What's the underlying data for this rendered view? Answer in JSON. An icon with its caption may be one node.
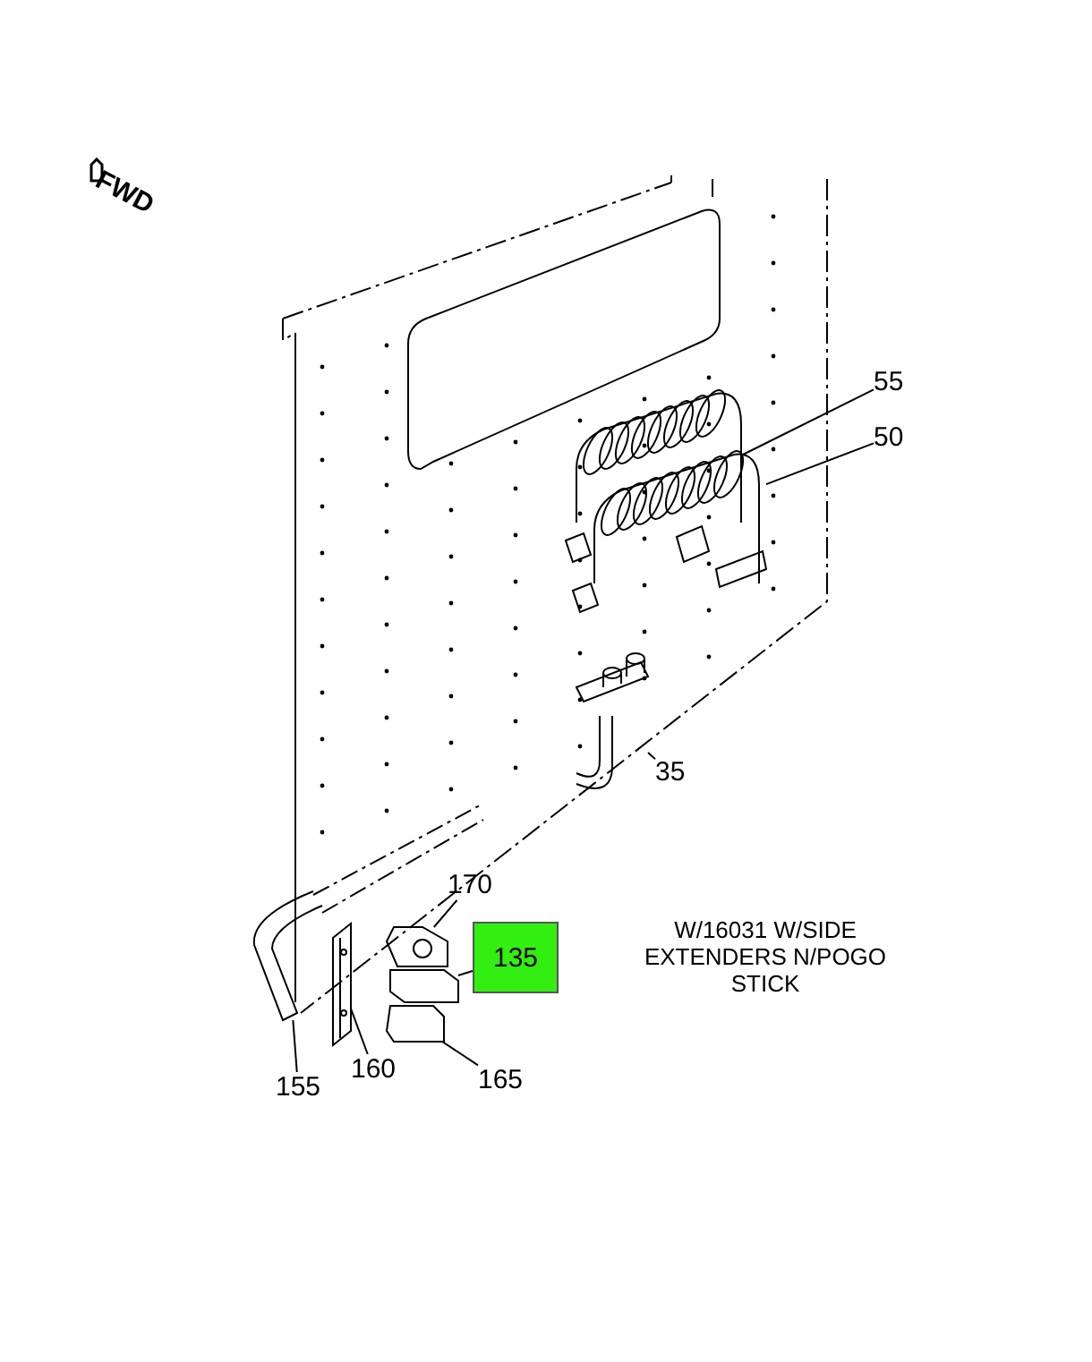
{
  "diagram": {
    "nodes": [
      {
        "text": [
          "55"
        ]
      },
      {
        "text": [],
        "shape": "picture"
      },
      {
        "text": [
          "50"
        ]
      },
      {
        "text": [],
        "shape": "picture"
      },
      {
        "text": [
          "35"
        ]
      },
      {
        "text": [],
        "shape": "picture"
      },
      {
        "text": [
          "170"
        ]
      },
      {
        "text": [],
        "shape": "picture"
      },
      {
        "text": [
          "135"
        ]
      },
      {
        "text": [],
        "shape": "picture"
      },
      {
        "text": [
          "155"
        ]
      },
      {
        "text": [],
        "shape": "picture"
      },
      {
        "text": [
          "160"
        ]
      },
      {
        "text": [],
        "shape": "picture"
      },
      {
        "text": [
          "165"
        ]
      },
      {
        "text": [],
        "shape": "picture"
      }
    ],
    "edges": [
      {
        "from": 0,
        "to": 1,
        "arrow": "none"
      },
      {
        "from": 2,
        "to": 3,
        "arrow": "none"
      },
      {
        "from": 4,
        "to": 5,
        "arrow": "none"
      },
      {
        "from": 6,
        "to": 7,
        "arrow": "none"
      },
      {
        "from": 8,
        "to": 9,
        "arrow": "none"
      },
      {
        "from": 10,
        "to": 11,
        "arrow": "none"
      },
      {
        "from": 12,
        "to": 13,
        "arrow": "none"
      },
      {
        "from": 14,
        "to": 15,
        "arrow": "none"
      }
    ],
    "labels": [
      "FWD",
      "W/16031 W/SIDE EXTENDERS N/POGO STICK"
    ]
  }
}
